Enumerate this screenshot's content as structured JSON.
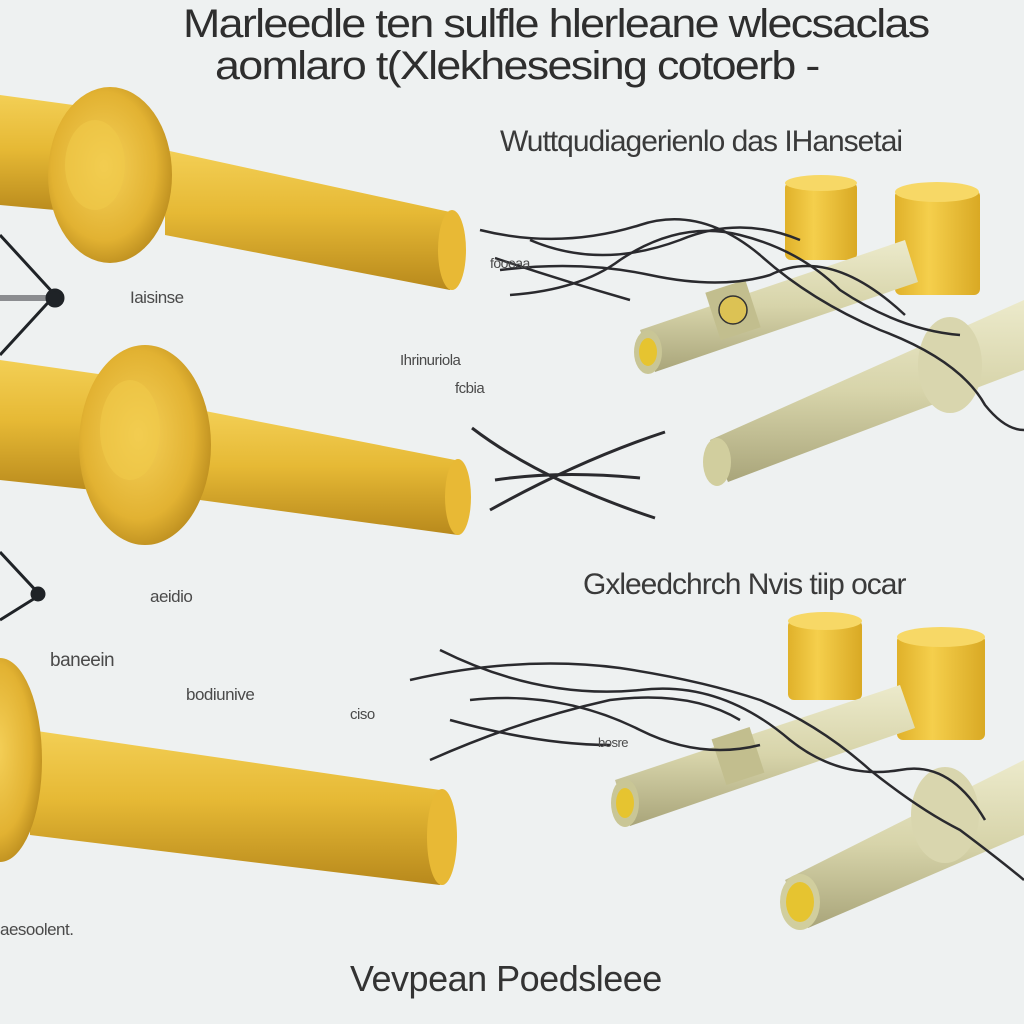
{
  "title": {
    "line1": "Marleedle ten sulfle hlerleane wlecsaclas",
    "line2": "aomlaro t(Xlekhesesing cotoerb -"
  },
  "right_heading_top": "Wuttqudiagerienlo das IHansetai",
  "right_heading_middle": "Gxleedchrch Nvis tiip ocar",
  "left_labels": {
    "label_a": "Iaisinse",
    "label_b": "aeidio",
    "label_c": "baneein",
    "label_d": "bodiunive",
    "label_e": "aesoolent."
  },
  "center_labels": {
    "label_a": "Ihrinuriola",
    "label_b": "fcbia",
    "label_c": "fooeaa",
    "label_d": "ciso",
    "label_e": "bosre"
  },
  "footer": "Vevpean Poedsleee",
  "colors": {
    "background": "#eef1f1",
    "pipe_yellow": "#e8bd3c",
    "pipe_beige": "#d8d6b0",
    "cap_yellow": "#f2c83f",
    "wire": "#2a2a2e"
  }
}
